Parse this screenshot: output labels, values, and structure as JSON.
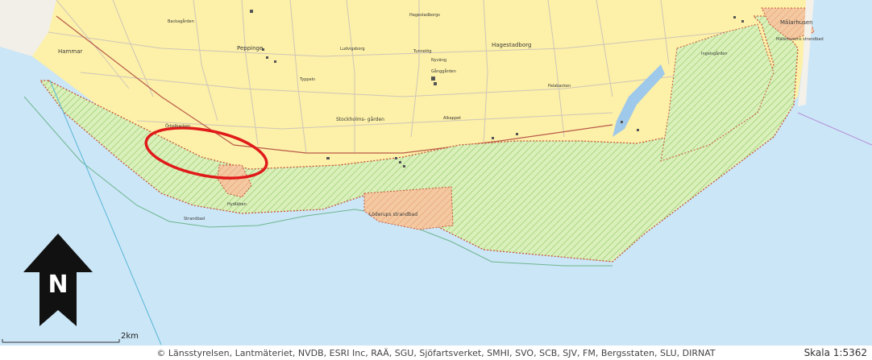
{
  "map": {
    "places": [
      {
        "id": "hammar",
        "text": "Hammar"
      },
      {
        "id": "peppinge",
        "text": "Peppinge"
      },
      {
        "id": "hagestadborg",
        "text": "Hagestadborg"
      },
      {
        "id": "malarhusen",
        "text": "Mälarhusen"
      },
      {
        "id": "stockholmsgarden",
        "text": "Stockholms-\ngården"
      },
      {
        "id": "loderups",
        "text": "Löderups strandbad"
      },
      {
        "id": "hagestadborg_small",
        "text": "Hagestadborgs"
      },
      {
        "id": "ludvigsborg",
        "text": "Ludvigsborg"
      },
      {
        "id": "typpeln",
        "text": "Typpeln"
      },
      {
        "id": "tunnelog",
        "text": "Tunnelög"
      },
      {
        "id": "nyvang",
        "text": "Nyväng"
      },
      {
        "id": "ganggarden",
        "text": "Gånggården"
      },
      {
        "id": "backagarden",
        "text": "Backagården"
      },
      {
        "id": "malarhusens_strandbad",
        "text": "Mälarhusens strandbad"
      },
      {
        "id": "ingelsgarden",
        "text": "Ingelsgården"
      },
      {
        "id": "orkelbacken",
        "text": "Örkelbacken"
      },
      {
        "id": "hydlaben",
        "text": "Hydläben"
      },
      {
        "id": "strandbad",
        "text": "Strandbad"
      },
      {
        "id": "palabacken",
        "text": "Palabacken"
      },
      {
        "id": "alkappet",
        "text": "Alkappet"
      }
    ],
    "colors": {
      "water": "#cbe6f7",
      "land": "#fdf0a8",
      "reserve": "#d6efb7",
      "reserve_border": "#c9553a",
      "protected": "#f2c39a",
      "annotation": "#e01a1a"
    },
    "north_arrow_letter": "N",
    "scalebar_label": "2km"
  },
  "footer": {
    "copyright": "© Länsstyrelsen, Lantmäteriet, NVDB, ESRI Inc, RAÄ, SGU, Sjöfartsverket, SMHI, SVO, SCB, SJV, FM, Bergsstaten, SLU, DIRNAT",
    "scale": "Skala 1:5362"
  }
}
